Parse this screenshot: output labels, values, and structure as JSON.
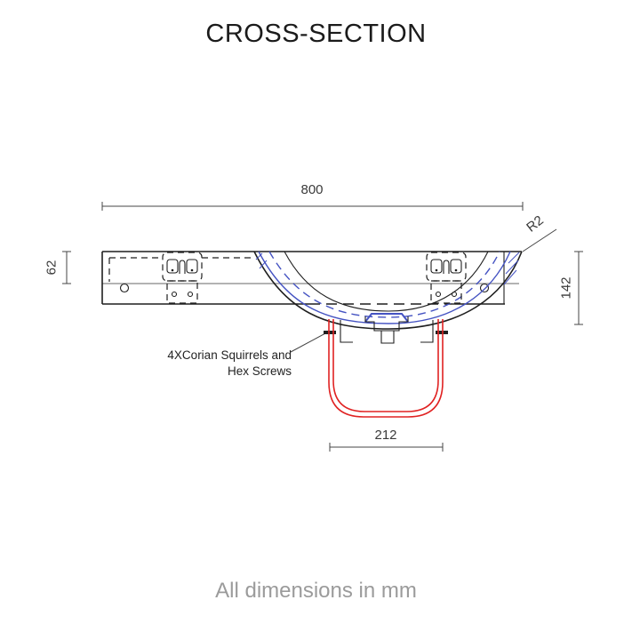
{
  "title": "CROSS-SECTION",
  "footer": "All dimensions in mm",
  "dimensions": {
    "overall_width": "800",
    "counter_thickness": "62",
    "basin_depth": "142",
    "trap_width": "212",
    "corner_radius": "R2"
  },
  "annotations": {
    "fixings_note_line1": "4XCorian Squirrels and",
    "fixings_note_line2": "Hex Screws"
  },
  "colors": {
    "line_black": "#1f1f1f",
    "line_gray": "#b3b3b3",
    "dim_line": "#444444",
    "dim_text": "#3a3a3a",
    "pipe_red": "#e02222",
    "hidden_blue": "#4553c2",
    "footer_gray": "#9b9b9b"
  }
}
